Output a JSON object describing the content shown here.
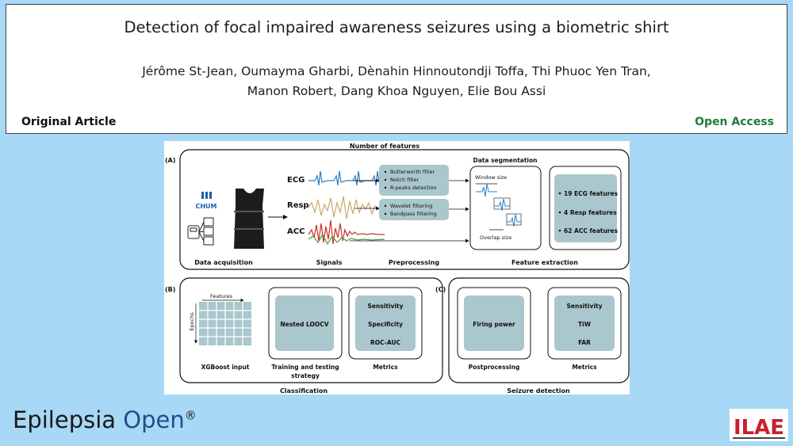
{
  "header": {
    "title": "Detection of focal impaired awareness seizures using a biometric shirt",
    "authors_line1": "Jérôme St-Jean, Oumayma Gharbi, Dènahin Hinnoutondji Toffa, Thi Phuoc Yen Tran,",
    "authors_line2": "Manon Robert, Dang Khoa Nguyen, Elie Bou Assi",
    "article_type": "Original Article",
    "access": "Open Access"
  },
  "figure": {
    "top_title": "Number of features",
    "panel_a": "(A)",
    "panel_b": "(B)",
    "panel_c": "(C)",
    "chum": "CHUM",
    "signals": {
      "ecg": "ECG",
      "resp": "Resp",
      "acc": "ACC"
    },
    "preprocessing": {
      "ecg_steps": [
        "Butterworth filter",
        "Notch filter",
        "R-peaks detection"
      ],
      "resp_steps": [
        "Wavelet filtering",
        "Bandpass filtering"
      ]
    },
    "segmentation": {
      "title": "Data segmentation",
      "window": "Window size",
      "overlap": "Overlap size"
    },
    "features": [
      "19 ECG features",
      "4 Resp features",
      "62 ACC features"
    ],
    "stage_labels": {
      "acquisition": "Data acquisition",
      "signals": "Signals",
      "preprocessing": "Preprocessing",
      "extraction": "Feature extraction"
    },
    "classification": {
      "grid_features": "Features",
      "grid_epochs": "Epochs",
      "xgb": "XGBoost input",
      "strategy_box": "Nested LOOCV",
      "strategy_label_1": "Training and testing",
      "strategy_label_2": "strategy",
      "metrics": [
        "Sensitivity",
        "Specificity",
        "ROC-AUC"
      ],
      "metrics_label": "Metrics",
      "section": "Classification"
    },
    "detection": {
      "post_box": "Firing power",
      "post_label": "Postprocessing",
      "metrics": [
        "Sensitivity",
        "TiW",
        "FAR"
      ],
      "metrics_label": "Metrics",
      "section": "Seizure detection"
    }
  },
  "footer": {
    "journal_a": "Epilepsia ",
    "journal_b": "Open",
    "registered": "®",
    "logo_text": "ILAE"
  },
  "colors": {
    "box_fill": "#a9c7cc",
    "ecg": "#2f7fc0",
    "resp": "#c8a96a",
    "acc_red": "#c9302c",
    "acc_green": "#4a9b3a",
    "logo_red": "#c8202b"
  }
}
